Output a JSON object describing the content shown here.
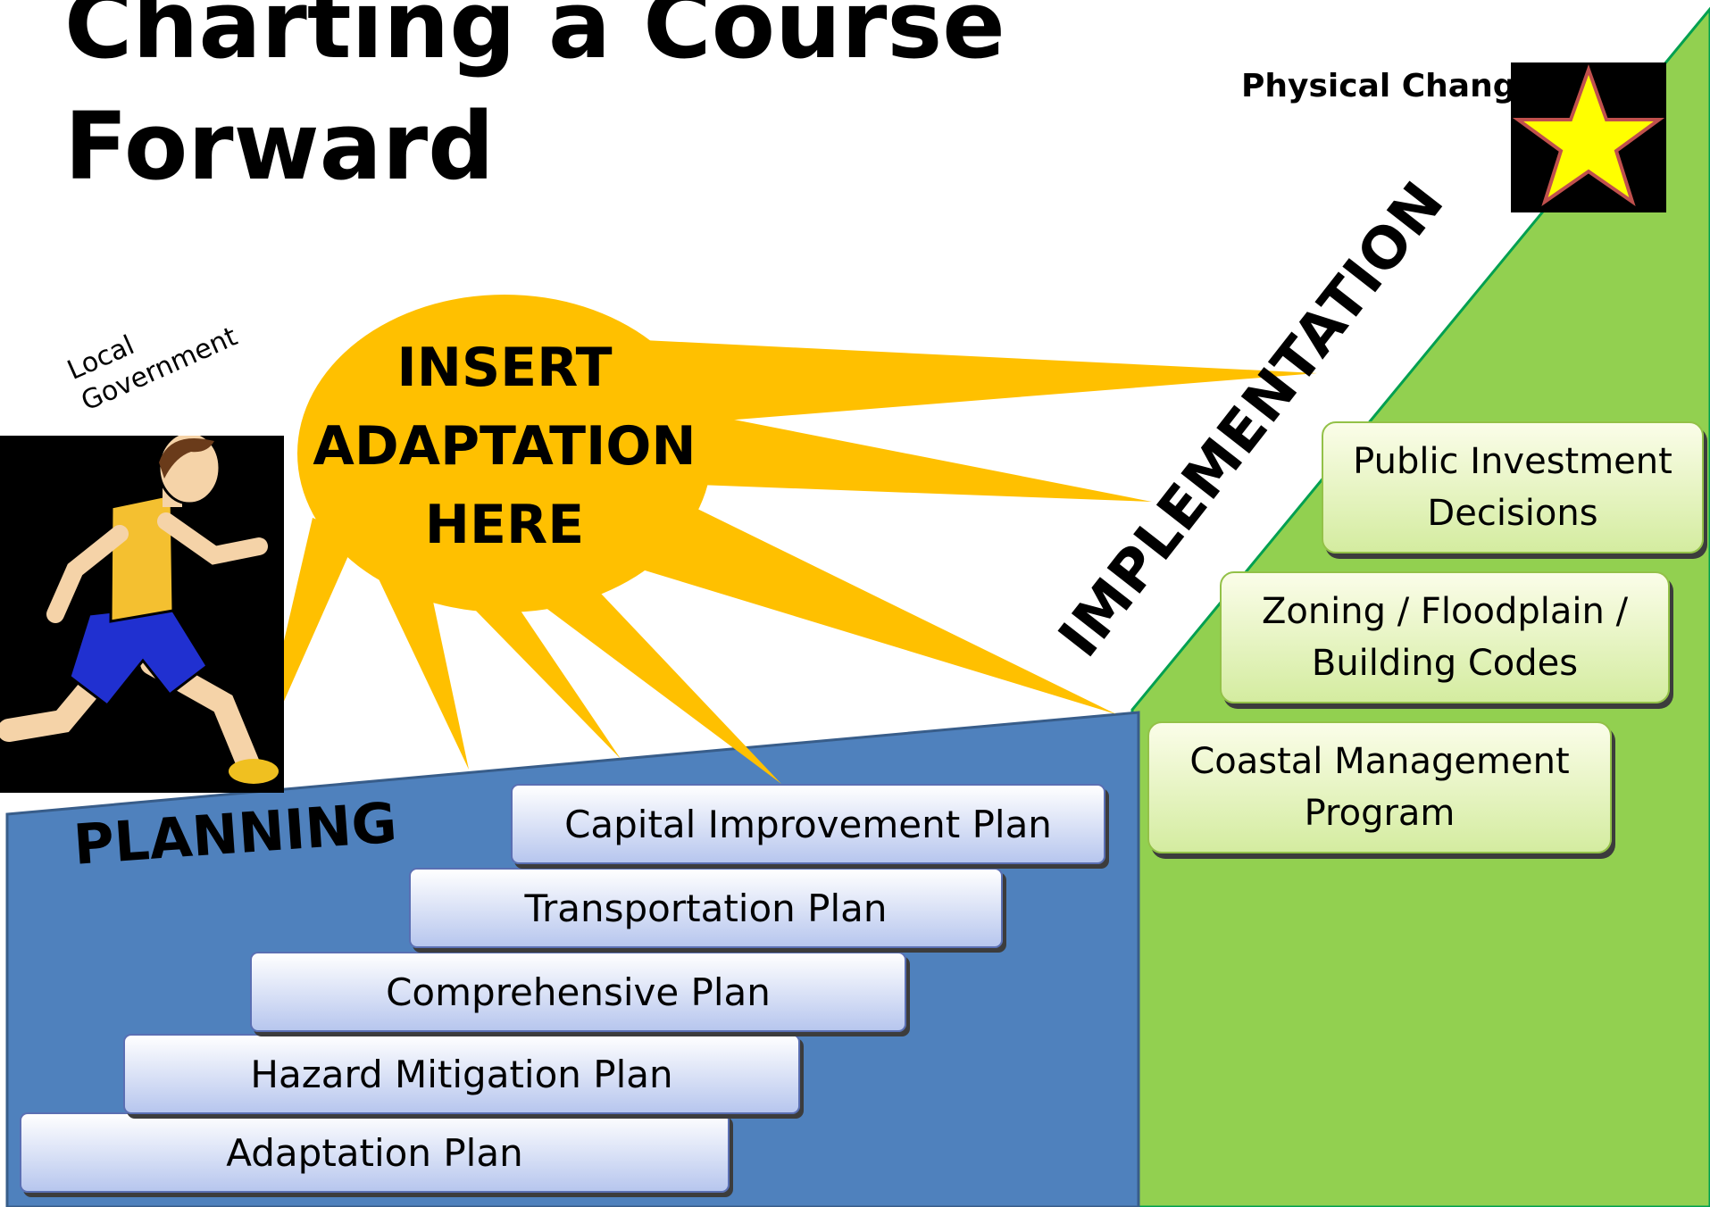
{
  "title": {
    "line1": "Charting a Course",
    "line2": "Forward"
  },
  "burst": {
    "line1": "INSERT",
    "line2": "ADAPTATION",
    "line3": "HERE"
  },
  "physical_change_label": "Physical Change",
  "implementation_label": "IMPLEMENTATION",
  "planning_label": "PLANNING",
  "local_government_label": "Local Government",
  "planning_steps": [
    "Adaptation Plan",
    "Hazard Mitigation Plan",
    "Comprehensive Plan",
    "Transportation Plan",
    "Capital Improvement Plan"
  ],
  "implementation_boxes": [
    {
      "line1": "Coastal Management",
      "line2": "Program"
    },
    {
      "line1": "Zoning / Floodplain /",
      "line2": "Building Codes"
    },
    {
      "line1": "Public Investment",
      "line2": "Decisions"
    }
  ],
  "icons": {
    "goal": "star-icon",
    "actor": "runner-icon"
  },
  "colors": {
    "planning_fill": "#4f81bd",
    "implementation_fill": "#92d050",
    "implementation_border": "#00a050",
    "burst_fill": "#ffc000",
    "star_fill": "#ffff00",
    "step_border": "#5a6fb3"
  }
}
